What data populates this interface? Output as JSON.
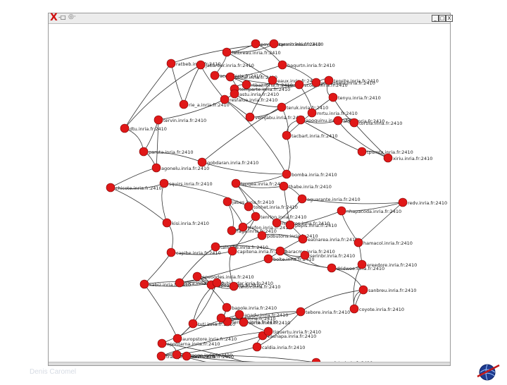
{
  "window": {
    "icon": "x-app-icon",
    "title": "-□",
    "title_extra": "◎·",
    "buttons": [
      "_",
      "□",
      "X"
    ]
  },
  "graph": {
    "colors": {
      "node": "#e01818",
      "node_stroke": "#7a0000",
      "edge": "#333333",
      "label": "#222222"
    },
    "nodes": [
      {
        "id": 0,
        "label": "paviwpaqeantrinla.fr:2410"
      },
      {
        "id": 1,
        "label": "tarmin.inria.fr:2410"
      },
      {
        "id": 2,
        "label": "fatbreau.inria.fr:2410"
      },
      {
        "id": 3,
        "label": "ratbeb.inria.fr:2410"
      },
      {
        "id": 4,
        "label": "baqurtn.inria.fr:2410"
      },
      {
        "id": 5,
        "label": "acofa.inria.fr:2410"
      },
      {
        "id": 6,
        "label": "pecar.inria.fr:2410"
      },
      {
        "id": 7,
        "label": "rtbaz.inria.fr:2410"
      },
      {
        "id": 8,
        "label": "tomparte.inria.fr:2410"
      },
      {
        "id": 9,
        "label": "pagaquefa.inria.fr:2410"
      },
      {
        "id": 10,
        "label": "tenrite.inria.fr:2410"
      },
      {
        "id": 11,
        "label": "rie_a.inria.fr:2410"
      },
      {
        "id": 12,
        "label": "astu.inria.fr:2410"
      },
      {
        "id": 13,
        "label": "jabarber.inria.fr:2410"
      },
      {
        "id": 14,
        "label": "tervin.inria.fr:2410"
      },
      {
        "id": 15,
        "label": "dtu.inria.fr:2410"
      },
      {
        "id": 16,
        "label": "eaux.inria.fr:2410"
      },
      {
        "id": 17,
        "label": "scoqrl.inria.fr:2410"
      },
      {
        "id": 18,
        "label": "resfalue.inria.fr:2410"
      },
      {
        "id": 19,
        "label": "vemjabu.inria.fr:2410"
      },
      {
        "id": 20,
        "label": "tenyu.inria.fr:2410"
      },
      {
        "id": 21,
        "label": "mrtu.inria.fr:2410"
      },
      {
        "id": 22,
        "label": "paruta.inria.fr:2410"
      },
      {
        "id": 23,
        "label": "teruk.inria.fr:2410"
      },
      {
        "id": 24,
        "label": "tacbart.inria.fr:2410"
      },
      {
        "id": 25,
        "label": "apoquinu.inria.fr:2410"
      },
      {
        "id": 26,
        "label": "alqos.inria.fr:2410"
      },
      {
        "id": 27,
        "label": "gobdaran.inria.fr:2410"
      },
      {
        "id": 28,
        "label": "tpumta.inria.fr:2410"
      },
      {
        "id": 29,
        "label": "xiriu.inria.fr:2410"
      },
      {
        "id": 30,
        "label": "tortila.inria.fr:2410"
      },
      {
        "id": 31,
        "label": "bomba.inria.fr:2410"
      },
      {
        "id": 32,
        "label": "agonelu.inria.fr:2410"
      },
      {
        "id": 33,
        "label": "lapqea.inria.fr:2410"
      },
      {
        "id": 34,
        "label": "thabe.inria.fr:2410"
      },
      {
        "id": 35,
        "label": "chicote.inria.fr:2410"
      },
      {
        "id": 36,
        "label": "squirs.inria.fr:2410"
      },
      {
        "id": 37,
        "label": "aguarante.inria.fr:2410"
      },
      {
        "id": 38,
        "label": "redv.inria.fr:2410"
      },
      {
        "id": 39,
        "label": "tochet.inria.fr:2410"
      },
      {
        "id": 40,
        "label": "jabes.inria.fr:2410"
      },
      {
        "id": 41,
        "label": "ndebros.inria.fr:2410"
      },
      {
        "id": 42,
        "label": "tenrlon.inria.fr:2410"
      },
      {
        "id": 43,
        "label": "kisi.inria.fr:2410"
      },
      {
        "id": 44,
        "label": "raga.inria.fr:2410"
      },
      {
        "id": 45,
        "label": "trefon.inria.fr:2410"
      },
      {
        "id": 46,
        "label": "pepis.inria.fr:2410"
      },
      {
        "id": 47,
        "label": "nhapacoda.inria.fr:2410"
      },
      {
        "id": 48,
        "label": "pdbutons.inria.fr:2410"
      },
      {
        "id": 49,
        "label": "eatnarea.inria.fr:2410"
      },
      {
        "id": 50,
        "label": "bolte.inria.fr:2410"
      },
      {
        "id": 51,
        "label": "tainsibe.inria.fr:2410"
      },
      {
        "id": 52,
        "label": "capibe.inria.fr:2410"
      },
      {
        "id": 53,
        "label": "capitena.inria.fr:2410"
      },
      {
        "id": 54,
        "label": "baracme.inria.fr:2410"
      },
      {
        "id": 55,
        "label": "tuca.inria.fr:2410"
      },
      {
        "id": 56,
        "label": "serinbr.inria.fr:2410"
      },
      {
        "id": 57,
        "label": "hamacol.inria.fr:2410"
      },
      {
        "id": 58,
        "label": "tupoan.inria.fr:2410"
      },
      {
        "id": 59,
        "label": "ereedore.inria.fr:2410"
      },
      {
        "id": 60,
        "label": "tenth.inria.fr:2410"
      },
      {
        "id": 61,
        "label": "dridwoe.inria.fr:2410"
      },
      {
        "id": 62,
        "label": "kabiz.inria.fr:2410"
      },
      {
        "id": 63,
        "label": "apeoodes.inria.fr:2410"
      },
      {
        "id": 64,
        "label": "tubiandar.inria.fr:2410"
      },
      {
        "id": 65,
        "label": "sanbreu.inria.fr:2410"
      },
      {
        "id": 66,
        "label": "bapole.inria.fr:2410"
      },
      {
        "id": 67,
        "label": "coyote.inria.fr:2410"
      },
      {
        "id": 68,
        "label": "auropstore.inria.fr:2410"
      },
      {
        "id": 69,
        "label": "tuti.inria.fr:2410"
      },
      {
        "id": 70,
        "label": "tenedp.inria.fr:2410"
      },
      {
        "id": 71,
        "label": "sonrtibai.inria.fr:2410"
      },
      {
        "id": 72,
        "label": "aerte.inria.fr:2410"
      },
      {
        "id": 73,
        "label": "tebore.inria.fr:2410"
      },
      {
        "id": 74,
        "label": "anadu.inria.fr:2410"
      },
      {
        "id": 75,
        "label": "caldia.inria.fr:2410"
      },
      {
        "id": 76,
        "label": "apontarna.inria.fr:2410"
      },
      {
        "id": 77,
        "label": "cashapa.inria.fr:2410"
      },
      {
        "id": 78,
        "label": "tiquertu.inria.fr:2410"
      },
      {
        "id": 79,
        "label": "ansoon.inria.fr:2410"
      },
      {
        "id": 80,
        "label": "trasqpro.inria.fr:2410"
      },
      {
        "id": 81,
        "label": "asyrpone.inria.fr:2410"
      },
      {
        "id": 82,
        "label": "dasta.inria.fr:2410"
      },
      {
        "id": 83,
        "label": "ragunlata.inria.fr:2410"
      }
    ],
    "edges": [
      [
        0,
        2
      ],
      [
        0,
        4
      ],
      [
        1,
        2
      ],
      [
        1,
        3
      ],
      [
        3,
        11
      ],
      [
        2,
        5
      ],
      [
        4,
        6
      ],
      [
        5,
        7
      ],
      [
        6,
        8
      ],
      [
        7,
        12
      ],
      [
        8,
        9
      ],
      [
        9,
        10
      ],
      [
        10,
        20
      ],
      [
        11,
        13
      ],
      [
        12,
        14
      ],
      [
        13,
        18
      ],
      [
        14,
        22
      ],
      [
        15,
        22
      ],
      [
        16,
        17
      ],
      [
        16,
        19
      ],
      [
        17,
        21
      ],
      [
        18,
        19
      ],
      [
        19,
        23
      ],
      [
        20,
        21
      ],
      [
        21,
        24
      ],
      [
        22,
        27
      ],
      [
        23,
        24
      ],
      [
        24,
        25
      ],
      [
        25,
        26
      ],
      [
        26,
        30
      ],
      [
        27,
        31
      ],
      [
        28,
        29
      ],
      [
        28,
        25
      ],
      [
        30,
        29
      ],
      [
        31,
        33
      ],
      [
        32,
        35
      ],
      [
        33,
        34
      ],
      [
        34,
        37
      ],
      [
        35,
        36
      ],
      [
        36,
        43
      ],
      [
        37,
        38
      ],
      [
        37,
        41
      ],
      [
        38,
        47
      ],
      [
        39,
        42
      ],
      [
        40,
        45
      ],
      [
        41,
        46
      ],
      [
        42,
        44
      ],
      [
        43,
        52
      ],
      [
        44,
        45
      ],
      [
        45,
        48
      ],
      [
        46,
        49
      ],
      [
        47,
        57
      ],
      [
        48,
        51
      ],
      [
        49,
        50
      ],
      [
        50,
        55
      ],
      [
        51,
        54
      ],
      [
        52,
        53
      ],
      [
        53,
        60
      ],
      [
        54,
        56
      ],
      [
        55,
        58
      ],
      [
        56,
        61
      ],
      [
        57,
        59
      ],
      [
        58,
        60
      ],
      [
        59,
        67
      ],
      [
        60,
        63
      ],
      [
        61,
        65
      ],
      [
        62,
        64
      ],
      [
        63,
        66
      ],
      [
        64,
        68
      ],
      [
        65,
        67
      ],
      [
        66,
        71
      ],
      [
        68,
        69
      ],
      [
        69,
        70
      ],
      [
        70,
        72
      ],
      [
        71,
        73
      ],
      [
        72,
        74
      ],
      [
        73,
        75
      ],
      [
        74,
        76
      ],
      [
        75,
        77
      ],
      [
        76,
        79
      ],
      [
        77,
        78
      ],
      [
        78,
        80
      ],
      [
        79,
        81
      ],
      [
        80,
        82
      ],
      [
        81,
        83
      ],
      [
        82,
        83
      ],
      [
        7,
        16
      ],
      [
        10,
        27
      ],
      [
        14,
        32
      ],
      [
        18,
        31
      ],
      [
        26,
        29
      ],
      [
        35,
        43
      ],
      [
        39,
        33
      ],
      [
        48,
        49
      ],
      [
        50,
        56
      ],
      [
        42,
        53
      ],
      [
        57,
        38
      ],
      [
        58,
        62
      ],
      [
        62,
        68
      ],
      [
        64,
        69
      ],
      [
        66,
        71
      ],
      [
        70,
        73
      ],
      [
        3,
        15
      ],
      [
        4,
        9
      ],
      [
        6,
        17
      ],
      [
        2,
        16
      ],
      [
        30,
        20
      ],
      [
        36,
        39
      ],
      [
        47,
        46
      ],
      [
        51,
        55
      ],
      [
        61,
        59
      ],
      [
        65,
        73
      ],
      [
        77,
        80
      ],
      [
        83,
        79
      ],
      [
        12,
        23
      ],
      [
        22,
        32
      ],
      [
        40,
        44
      ],
      [
        33,
        41
      ],
      [
        34,
        46
      ],
      [
        52,
        62
      ],
      [
        54,
        61
      ],
      [
        63,
        58
      ],
      [
        24,
        31
      ],
      [
        13,
        15
      ],
      [
        74,
        78
      ],
      [
        76,
        81
      ],
      [
        82,
        75
      ],
      [
        67,
        65
      ]
    ]
  },
  "footer": {
    "author": "Denis Caromel",
    "logo": "globe-logo-icon"
  }
}
